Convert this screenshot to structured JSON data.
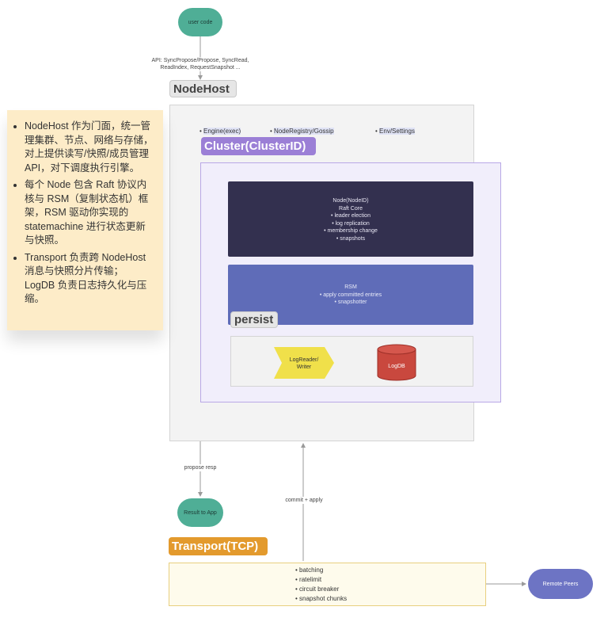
{
  "nodes": {
    "user_code": "user code",
    "result_to_app": "Result to App",
    "remote_peers": "Remote Peers",
    "logdb": "LogDB",
    "log_reader": [
      "LogReader/",
      "Writer"
    ]
  },
  "edges": {
    "api_label": [
      "API: SyncPropose/Propose, SyncRead,",
      "ReadIndex, RequestSnapshot ..."
    ],
    "propose_resp": "propose resp",
    "commit_apply": "commit + apply"
  },
  "tags": {
    "nodehost": "NodeHost",
    "cluster": "Cluster(ClusterID)",
    "persist": "persist",
    "transport": "Transport(TCP)"
  },
  "nodehost_items": [
    "Engine(exec)",
    "NodeRegistry/Gossip",
    "Env/Settings"
  ],
  "node_box": {
    "title": "Node(NodeID)",
    "subtitle": "Raft Core",
    "items": [
      "leader election",
      "log replication",
      "membership change",
      "snapshots"
    ]
  },
  "rsm_box": {
    "title": "RSM",
    "items": [
      "apply committed entries",
      "snapshotter"
    ]
  },
  "transport_items": [
    "batching",
    "ratelimit",
    "circuit breaker",
    "snapshot chunks"
  ],
  "note": {
    "items": [
      "NodeHost 作为门面，统一管理集群、节点、网络与存储，对上提供读写/快照/成员管理 API，对下调度执行引擎。",
      "每个 Node 包含 Raft 协议内核与 RSM（复制状态机）框架，RSM 驱动你实现的 statemachine 进行状态更新与快照。",
      "Transport 负责跨 NodeHost 消息与快照分片传输；LogDB 负责日志持久化与压缩。"
    ]
  },
  "colors": {
    "teal": "#4fae96",
    "purple_tag": "#9b7fd6",
    "orange_tag": "#e39a2d",
    "dark_node": "#33304f",
    "rsm_blue": "#5f6cb8",
    "log_yellow": "#f0e04a",
    "logdb_red": "#c9483e",
    "remote_blue": "#6d74c4",
    "note_bg": "#fdecc8"
  }
}
